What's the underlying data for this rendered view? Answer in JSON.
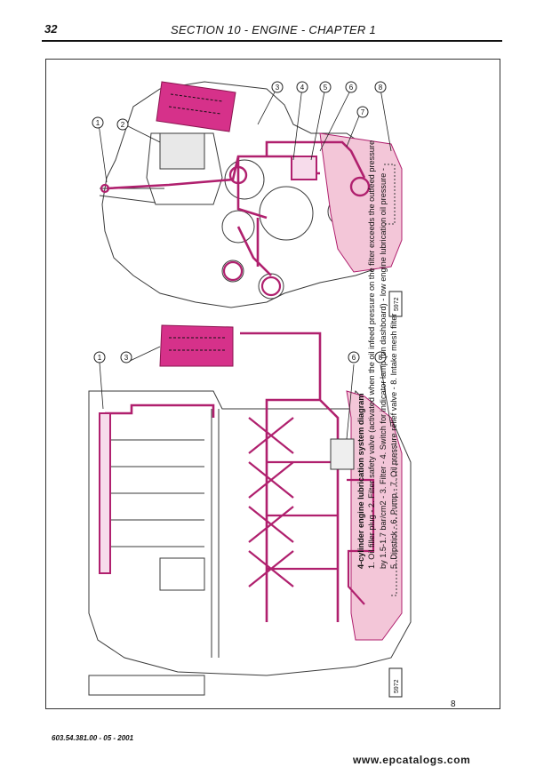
{
  "header": {
    "page_number": "32",
    "title": "SECTION 10 - ENGINE - CHAPTER 1"
  },
  "figure": {
    "number": "8",
    "drawing_code_top": "5972",
    "drawing_code_bottom": "5972",
    "callouts_top": [
      "1",
      "2",
      "3",
      "4",
      "5",
      "6",
      "7",
      "8"
    ],
    "callouts_bottom": [
      "1",
      "3",
      "6",
      "8"
    ]
  },
  "caption": {
    "title": "4-cylinder engine lubrication system diagram",
    "line1": "1. Oil filler plug - 2. Filter safety valve (activated  when the oil infeed pressure on the filter exceeds the outfeed pressure",
    "line2": "by 1.5-1.7 bar/cm2 - 3. Filter - 4. Switch for indicator lamp (on dashboard) - low engine lubrication oil pressure  -",
    "line3": "5. Dipstick - 6. Pump - 7. Oil pressure relief valve - 8. Intake mesh filter"
  },
  "footer": {
    "code": "603.54.381.00 - 05 - 2001"
  },
  "watermark": "www.epcatalogs.com",
  "colors": {
    "oil_line": "#b0206e",
    "oil_fill": "#d6318a",
    "sump_fill": "#f3c6d8",
    "drawing_line": "#3a3a3a"
  }
}
